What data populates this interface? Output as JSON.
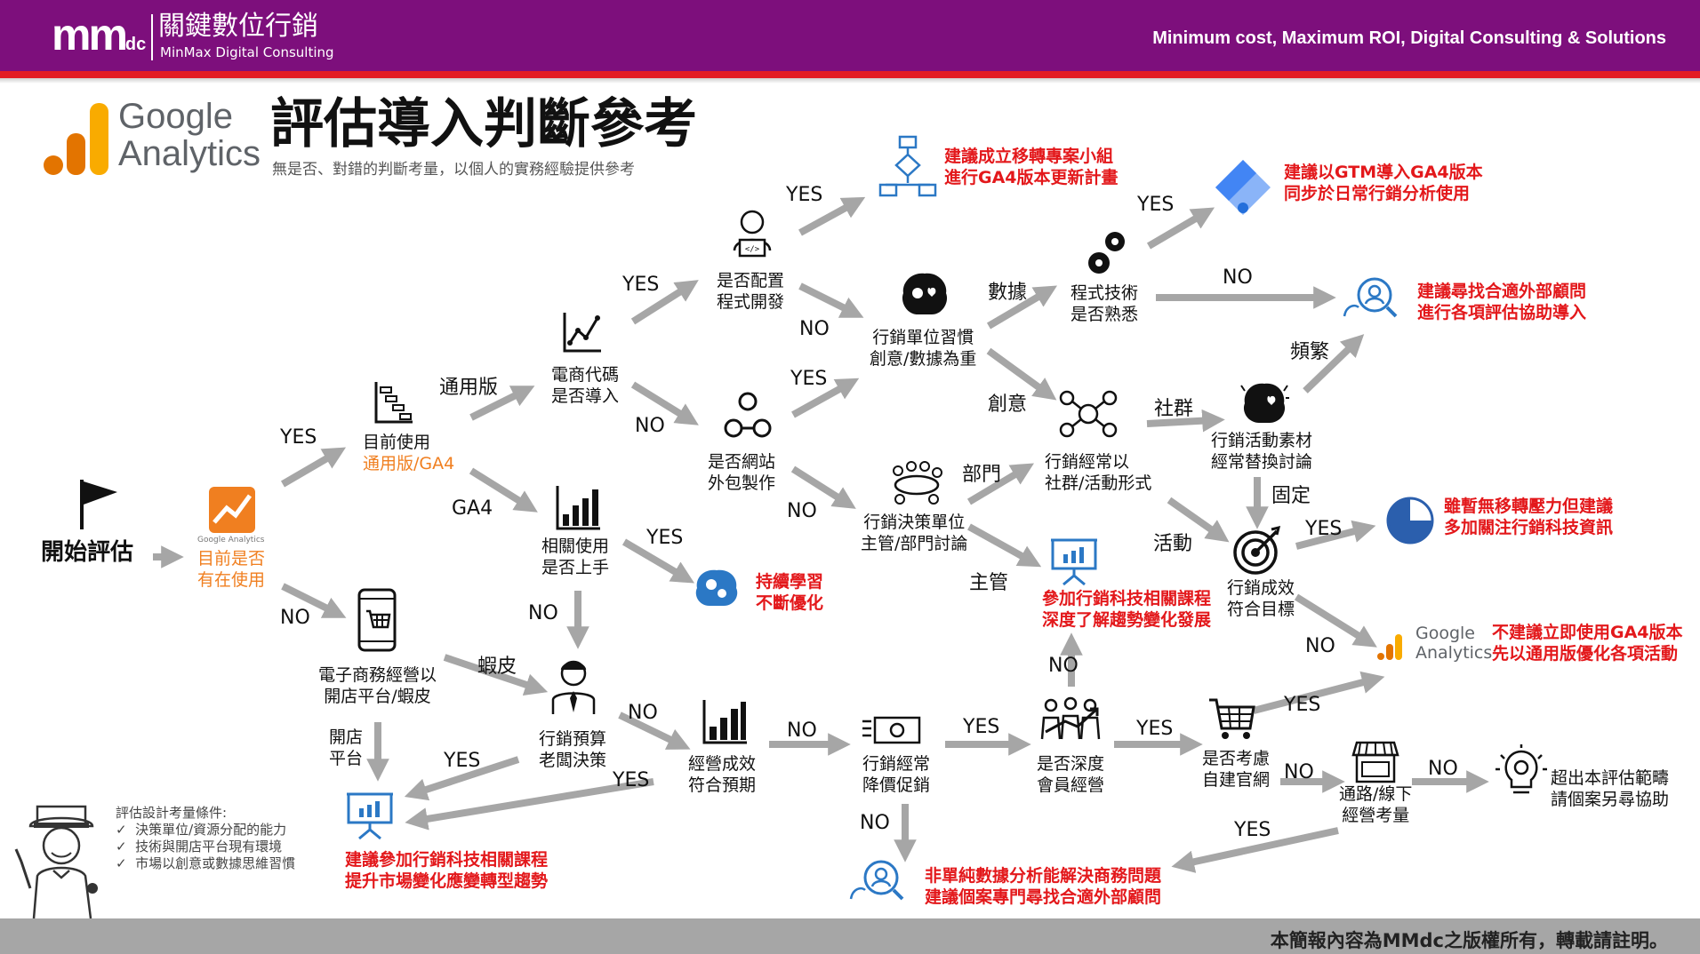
{
  "header": {
    "brand_mark": "mm",
    "brand_mark_sub": "dc",
    "brand_cn": "關鍵數位行銷",
    "brand_en": "MinMax Digital Consulting",
    "tagline": "Minimum cost, Maximum ROI, Digital Consulting & Solutions"
  },
  "title": {
    "logo_text_1": "Google",
    "logo_text_2": "Analytics",
    "main": "評估導入判斷參考",
    "sub": "無是否、對錯的判斷考量，以個人的實務經驗提供參考"
  },
  "nodes": {
    "start": "開始評估",
    "current_use_1": "目前是否",
    "current_use_2": "有在使用",
    "current_use_brand": "Google Analytics",
    "using_version_1": "目前使用",
    "using_version_2": "通用版/GA4",
    "ecom_code_1": "電商代碼",
    "ecom_code_2": "是否導入",
    "related_1": "相關使用",
    "related_2": "是否上手",
    "dev_1": "是否配置",
    "dev_2": "程式開發",
    "outsourced_1": "是否網站",
    "outsourced_2": "外包製作",
    "habit_1": "行銷單位習慣",
    "habit_2": "創意/數據為重",
    "decision_1": "行銷決策單位",
    "decision_2": "主管/部門討論",
    "tech_1": "程式技術",
    "tech_2": "是否熟悉",
    "social_1": "行銷經常以",
    "social_2": "社群/活動形式",
    "material_1": "行銷活動素材",
    "material_2": "經常替換討論",
    "goal_1": "行銷成效",
    "goal_2": "符合目標",
    "ecom_platform_1": "電子商務經營以",
    "ecom_platform_2": "開店平台/蝦皮",
    "budget_1": "行銷預算",
    "budget_2": "老闆決策",
    "biz_1": "經營成效",
    "biz_2": "符合預期",
    "discount_1": "行銷經常",
    "discount_2": "降價促銷",
    "member_1": "是否深度",
    "member_2": "會員經營",
    "own_site_1": "是否考慮",
    "own_site_2": "自建官網",
    "channel_1": "通路/線下",
    "channel_2": "經營考量"
  },
  "results": {
    "migration_1": "建議成立移轉專案小組",
    "migration_2": "進行GA4版本更新計畫",
    "gtm_1": "建議以GTM導入GA4版本",
    "gtm_2": "同步於日常行銷分析使用",
    "consultant_1": "建議尋找合適外部顧問",
    "consultant_2": "進行各項評估協助導入",
    "learn_1": "持續學習",
    "learn_2": "不斷優化",
    "course_1": "參加行銷科技相關課程",
    "course_2": "深度了解趨勢變化發展",
    "watch_1": "雖暫無移轉壓力但建議",
    "watch_2": "多加關注行銷科技資訊",
    "noga4_1": "不建議立即使用GA4版本",
    "noga4_2": "先以通用版優化各項活動",
    "noga4_logo_1": "Google",
    "noga4_logo_2": "Analytics",
    "market_1": "建議參加行銷科技相關課程",
    "market_2": "提升市場變化應變轉型趨勢",
    "beyond_1": "超出本評估範疇",
    "beyond_2": "請個案另尋協助",
    "complex_1": "非單純數據分析能解決商務問題",
    "complex_2": "建議個案專門尋找合適外部顧問"
  },
  "labels": {
    "yes": "YES",
    "no": "NO",
    "universal": "通用版",
    "ga4": "GA4",
    "data": "數據",
    "creative": "創意",
    "social": "社群",
    "frequent": "頻繁",
    "fixed": "固定",
    "activity": "活動",
    "department": "部門",
    "manager": "主管",
    "shopee": "蝦皮",
    "shop_platform_1": "開店",
    "shop_platform_2": "平台"
  },
  "notes": {
    "heading": "評估設計考量條件:",
    "items": [
      "決策單位/資源分配的能力",
      "技術與開店平台現有環境",
      "市場以創意或數據思維習慣"
    ]
  },
  "footer": {
    "copyright": "本簡報內容為MMdc之版權所有，轉載請註明。"
  },
  "colors": {
    "header_bg": "#7d0f7c",
    "header_line": "#e31b23",
    "result_red": "#e3181b",
    "accent_orange": "#f07f20",
    "arrow_gray": "#a6a6a6"
  }
}
